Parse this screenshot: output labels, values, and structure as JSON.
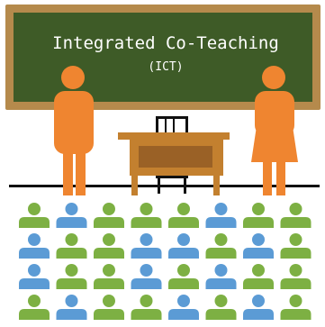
{
  "chalkboard": {
    "title": "Integrated Co-Teaching",
    "subtitle": "(ICT)"
  },
  "colors": {
    "board_frame": "#b58a4c",
    "board_surface": "#3e5b27",
    "teacher": "#ef8530",
    "desk": "#c3802f",
    "desk_panel": "#9a6126",
    "chair": "#111111",
    "floor_line": "#111111",
    "student_green": "#7db043",
    "student_blue": "#5b9bd5"
  },
  "students": {
    "rows": [
      [
        "green",
        "blue",
        "green",
        "green",
        "green",
        "blue",
        "green",
        "green"
      ],
      [
        "blue",
        "green",
        "green",
        "blue",
        "blue",
        "green",
        "blue",
        "green"
      ],
      [
        "blue",
        "green",
        "green",
        "blue",
        "green",
        "blue",
        "green",
        "green"
      ],
      [
        "green",
        "blue",
        "green",
        "green",
        "blue",
        "green",
        "blue",
        "green"
      ]
    ]
  }
}
